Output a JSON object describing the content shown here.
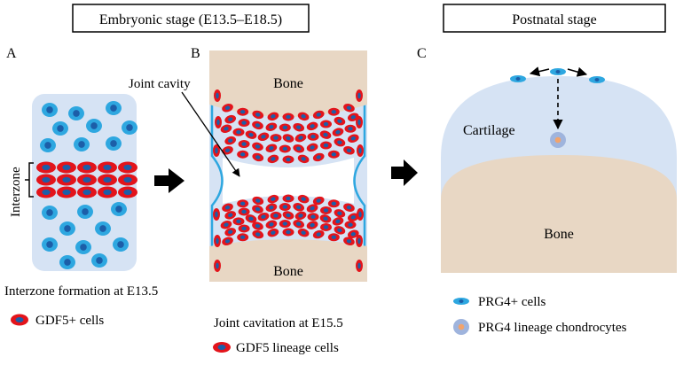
{
  "headers": {
    "embryonic": "Embryonic stage (E13.5–E18.5)",
    "postnatal": "Postnatal stage"
  },
  "panels": {
    "a": {
      "letter": "A",
      "side_label": "Interzone",
      "caption": "Interzone formation at E13.5",
      "legend": "GDF5+ cells"
    },
    "b": {
      "letter": "B",
      "cavity_label": "Joint cavity",
      "bone_top": "Bone",
      "bone_bottom": "Bone",
      "caption": "Joint cavitation at E15.5",
      "legend": "GDF5 lineage cells"
    },
    "c": {
      "letter": "C",
      "cartilage": "Cartilage",
      "bone": "Bone",
      "legend_prg4": "PRG4+ cells",
      "legend_lineage": "PRG4 lineage chondrocytes"
    }
  },
  "colors": {
    "cell_blue": "#2ea7e0",
    "cell_nucleus": "#1c5ea8",
    "gdf5_red": "#e3141b",
    "tissue_light": "#d6e3f4",
    "bone_tan": "#e8d7c4",
    "lineage_orange": "#f2a36b"
  }
}
